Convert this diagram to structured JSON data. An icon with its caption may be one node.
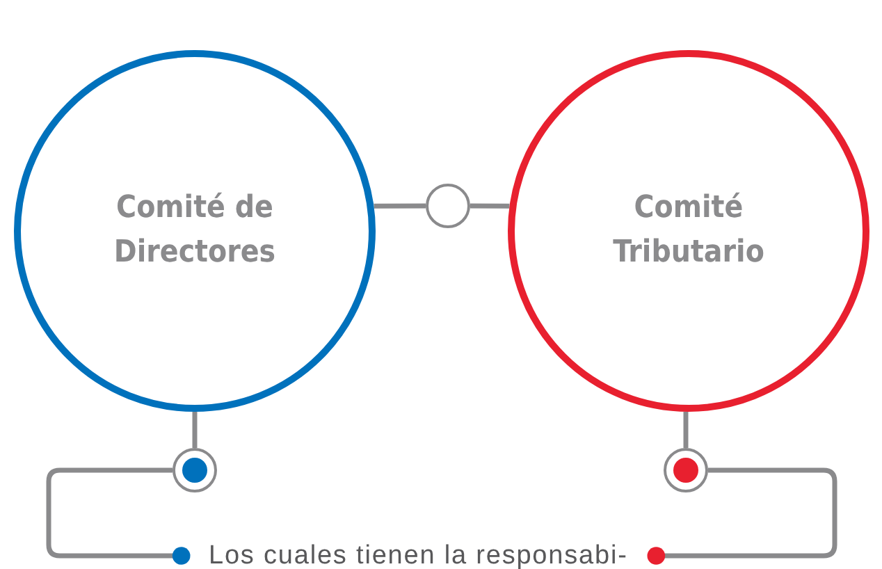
{
  "diagram": {
    "nodes": [
      {
        "text": [
          "Comité de Directores"
        ]
      },
      {
        "text": [
          "Comité Tributario"
        ]
      },
      {
        "text": [],
        "shape": "circle"
      },
      {
        "text": [],
        "shape": "circle"
      },
      {
        "text": [],
        "shape": "circle"
      },
      {
        "text": [
          "Los cuales tienen la responsabi-"
        ]
      }
    ],
    "edges": [
      {
        "from": 0,
        "to": 2,
        "arrow": "none"
      },
      {
        "from": 2,
        "to": 1,
        "arrow": "none"
      },
      {
        "from": 0,
        "to": 3,
        "arrow": "none"
      },
      {
        "from": 1,
        "to": 4,
        "arrow": "none"
      },
      {
        "from": 3,
        "to": 5,
        "arrow": "other"
      },
      {
        "from": 4,
        "to": 5,
        "arrow": "other"
      }
    ]
  }
}
